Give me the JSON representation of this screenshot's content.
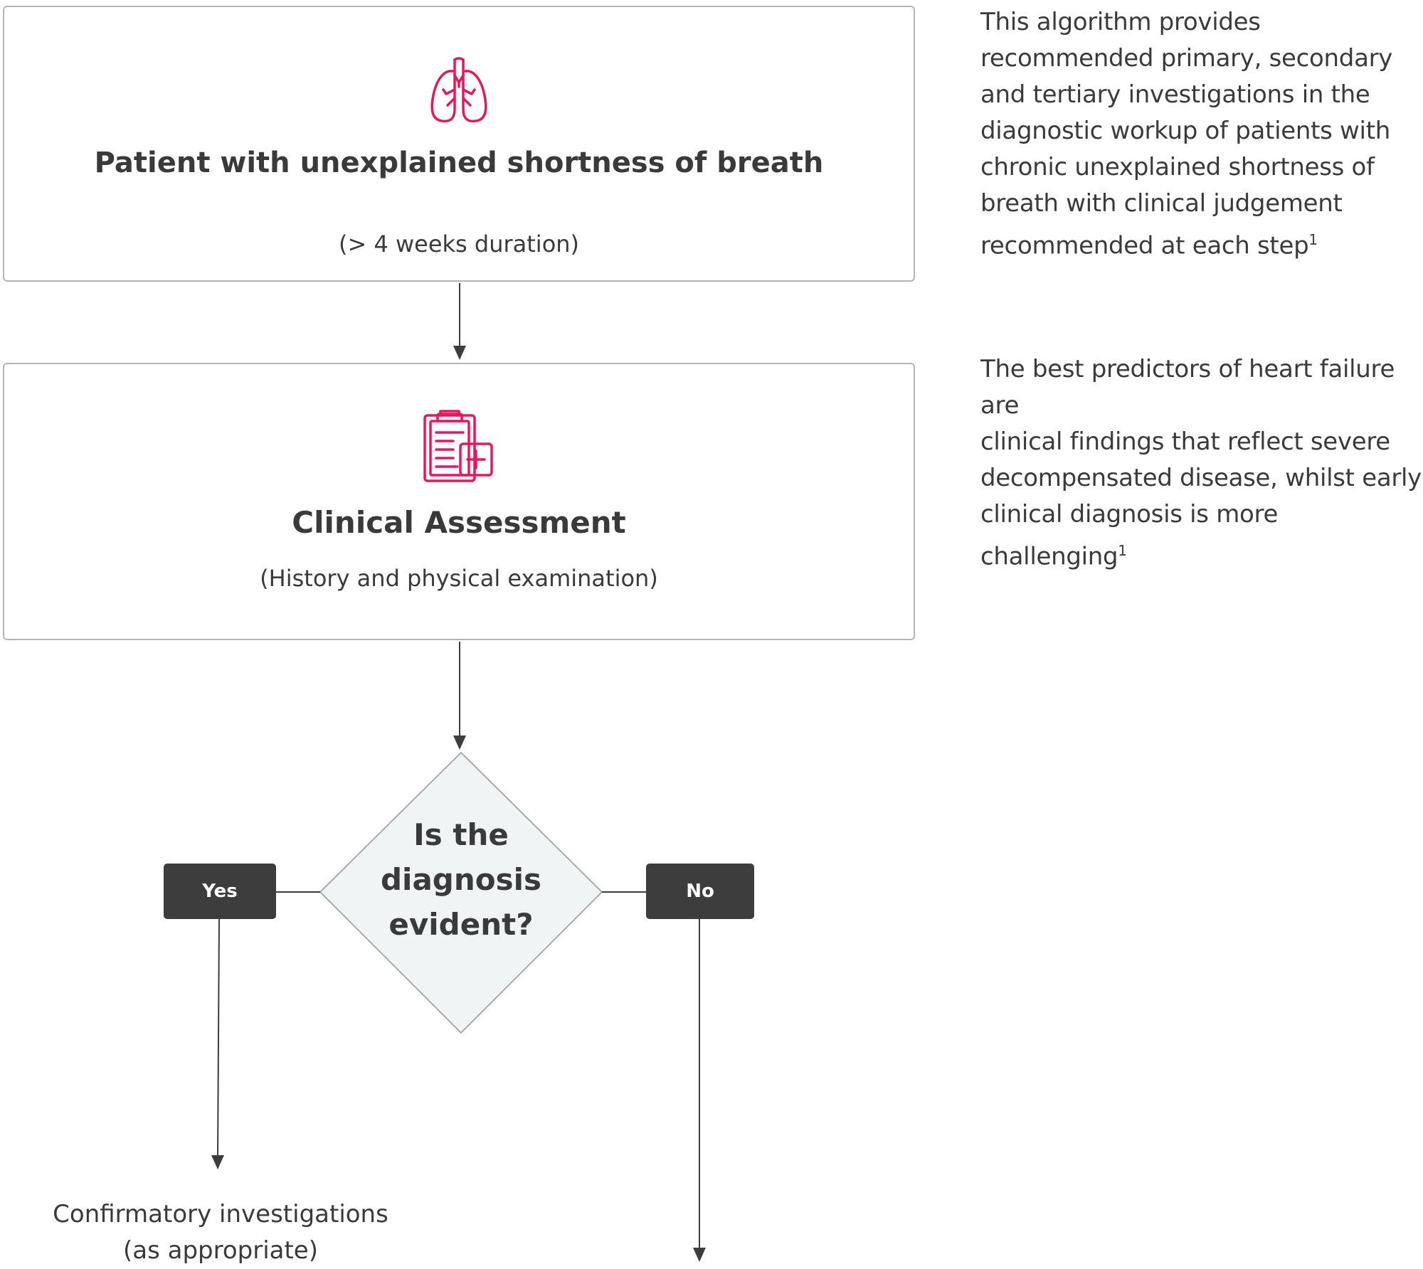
{
  "start_box": {
    "icon": "lungs-icon",
    "title": "Patient with unexplained shortness of breath",
    "subtitle": "(> 4 weeks duration)"
  },
  "assessment_box": {
    "icon": "clipboard-medical-icon",
    "title": "Clinical Assessment",
    "subtitle": "(History and physical examination)"
  },
  "decision": {
    "line1": "Is the",
    "line2": "diagnosis",
    "line3": "evident?"
  },
  "branches": {
    "yes_label": "Yes",
    "no_label": "No",
    "yes_outcome_line1": "Confirmatory investigations",
    "yes_outcome_line2": "(as appropriate)"
  },
  "notes": {
    "note1_lines": [
      "This algorithm provides",
      "recommended primary, secondary",
      "and tertiary investigations in the",
      "diagnostic workup of patients with",
      "chronic unexplained shortness of",
      "breath with clinical judgement",
      "recommended at each step"
    ],
    "note1_ref": "1",
    "note2_lines": [
      "The best predictors of heart failure are",
      "clinical findings that reflect severe",
      "decompensated disease, whilst early",
      "clinical diagnosis is more challenging"
    ],
    "note2_ref": "1"
  },
  "colors": {
    "accent": "#e8175d",
    "dark": "#3d3d3d",
    "border": "#b5b5b5",
    "diamond_fill": "#f1f4f4"
  }
}
